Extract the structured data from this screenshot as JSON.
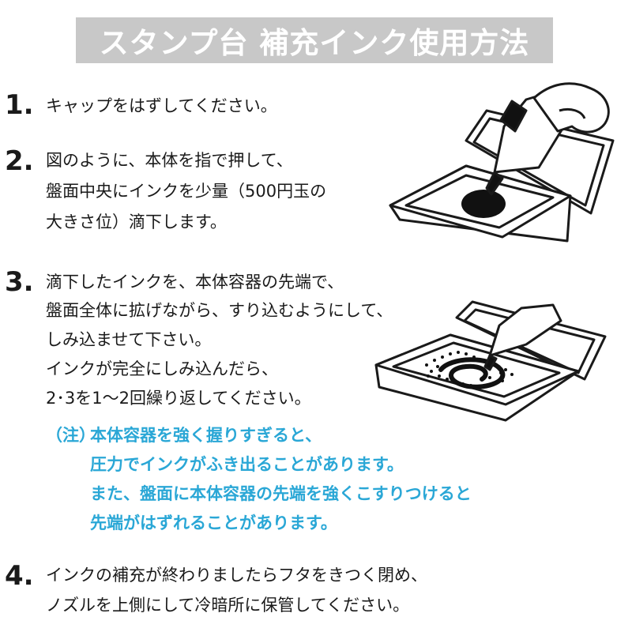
{
  "title": "スタンプ台 補充インク使用方法",
  "steps": [
    {
      "num": "1.",
      "lines": [
        "キャップをはずしてください。"
      ]
    },
    {
      "num": "2.",
      "lines": [
        "図のように、本体を指で押して、",
        "盤面中央にインクを少量（500円玉の",
        "大きさ位）滴下します。"
      ]
    },
    {
      "num": "3.",
      "lines": [
        "滴下したインクを、本体容器の先端で、",
        "盤面全体に拡げながら、すり込むようにして、",
        "しみ込ませて下さい。",
        "インクが完全にしみ込んだら、",
        "2･3を1～2回繰り返してください。"
      ]
    },
    {
      "num": "4.",
      "lines": [
        "インクの補充が終わりましたらフタをきつく閉め、",
        "ノズルを上側にして冷暗所に保管してください。"
      ]
    }
  ],
  "note": {
    "label": "（注）",
    "lines": [
      "本体容器を強く握りすぎると、",
      "圧力でインクがふき出ることがあります。",
      "また、盤面に本体容器の先端を強くこすりつけると",
      "先端がはずれることがあります。"
    ]
  },
  "colors": {
    "title_bg": "#c8c8c8",
    "title_text": "#ffffff",
    "note_text": "#2aa7d6",
    "body_text": "#1a1a1a"
  },
  "illustrations": [
    "ink-drop-illustration",
    "ink-spread-illustration"
  ]
}
